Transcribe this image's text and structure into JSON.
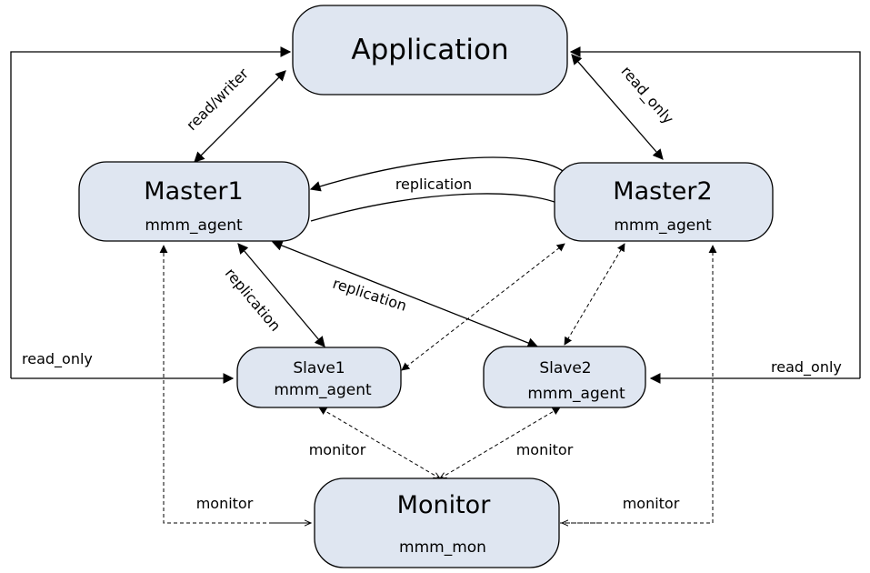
{
  "nodes": {
    "application": {
      "title": "Application"
    },
    "master1": {
      "title": "Master1",
      "sub": "mmm_agent"
    },
    "master2": {
      "title": "Master2",
      "sub": "mmm_agent"
    },
    "slave1": {
      "title": "Slave1",
      "sub": "mmm_agent"
    },
    "slave2": {
      "title": "Slave2",
      "sub": "mmm_agent"
    },
    "monitor": {
      "title": "Monitor",
      "sub": "mmm_mon"
    }
  },
  "edges": {
    "app_master1": "read/writer",
    "app_master2": "read_only",
    "master_master": "replication",
    "master1_slave1": "replication",
    "master1_slave2": "replication",
    "left_read_only": "read_only",
    "right_read_only": "read_only",
    "monitor_slave1": "monitor",
    "monitor_slave2": "monitor",
    "monitor_master1": "monitor",
    "monitor_master2": "monitor"
  },
  "colors": {
    "node_fill": "#dfe6f1",
    "stroke": "#000000"
  }
}
